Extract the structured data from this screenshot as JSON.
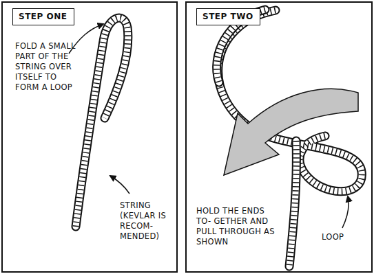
{
  "diagram": {
    "nodes": [
      {
        "text": [
          "FOLD A SMALL PART OF THE STRING OVER ITSELF TO FORM A LOOP",
          "STRING (KEVLAR IS RECOM- MENDED)"
        ]
      },
      {
        "text": [
          "STEP ONE"
        ],
        "in": 0
      },
      {
        "text": [
          "HOLD THE ENDS TO- GETHER AND PULL THROUGH AS SHOWN",
          "LOOP"
        ]
      },
      {
        "text": [
          "STEP TWO"
        ],
        "in": 2
      }
    ]
  }
}
